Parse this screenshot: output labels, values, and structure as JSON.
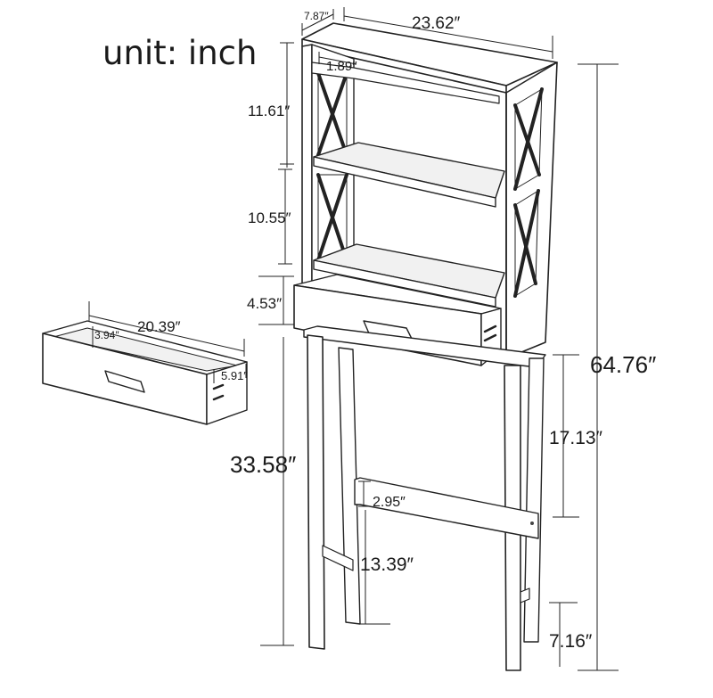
{
  "unit_label": "unit: inch",
  "dimensions": {
    "depth": "7.87″",
    "width": "23.62″",
    "side_inset": "1.89″",
    "shelf_gap_top": "11.61″",
    "shelf_gap_mid": "10.55″",
    "drawer_height": "4.53″",
    "total_height": "64.76″",
    "leg_height": "33.58″",
    "inner_clearance": "17.13″",
    "crossbar_height": "2.95″",
    "crossbar_to_floor": "13.39″",
    "foot_height": "7.16″",
    "drawer_width": "20.39″",
    "drawer_inner_height": "3.94″",
    "drawer_depth": "5.91″"
  }
}
